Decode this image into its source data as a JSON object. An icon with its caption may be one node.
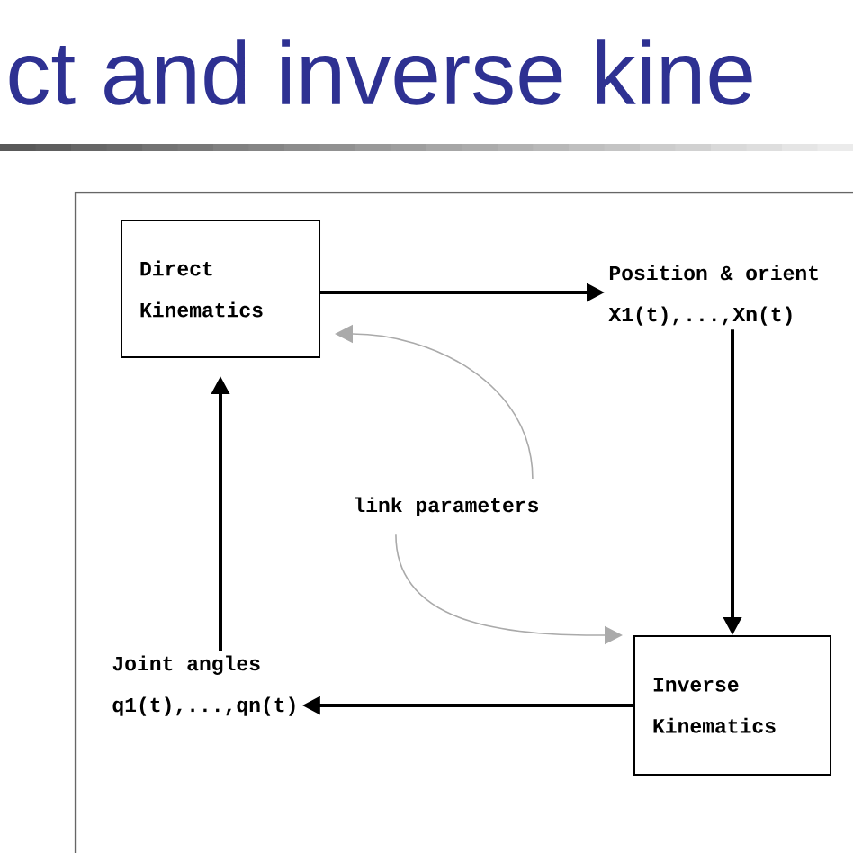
{
  "diagram": {
    "title": "ct and inverse kine",
    "nodes": [
      {
        "text": [
          "Direct Kinematics"
        ]
      },
      {
        "text": [
          "Position & orient",
          "X1(t),...,Xn(t)"
        ]
      },
      {
        "text": [
          "link parameters"
        ]
      },
      {
        "text": [
          "Inverse Kinematics"
        ]
      },
      {
        "text": [
          "Joint angles",
          "q1(t),...,qn(t)"
        ]
      }
    ],
    "edges": [
      {
        "from": 0,
        "to": 1,
        "arrow": "to"
      },
      {
        "from": 1,
        "to": 3,
        "arrow": "to"
      },
      {
        "from": 3,
        "to": 4,
        "arrow": "to"
      },
      {
        "from": 4,
        "to": 0,
        "arrow": "to"
      },
      {
        "from": 2,
        "to": 0,
        "arrow": "to",
        "color": "#aaaaaa"
      },
      {
        "from": 2,
        "to": 3,
        "arrow": "to",
        "color": "#aaaaaa"
      }
    ]
  }
}
